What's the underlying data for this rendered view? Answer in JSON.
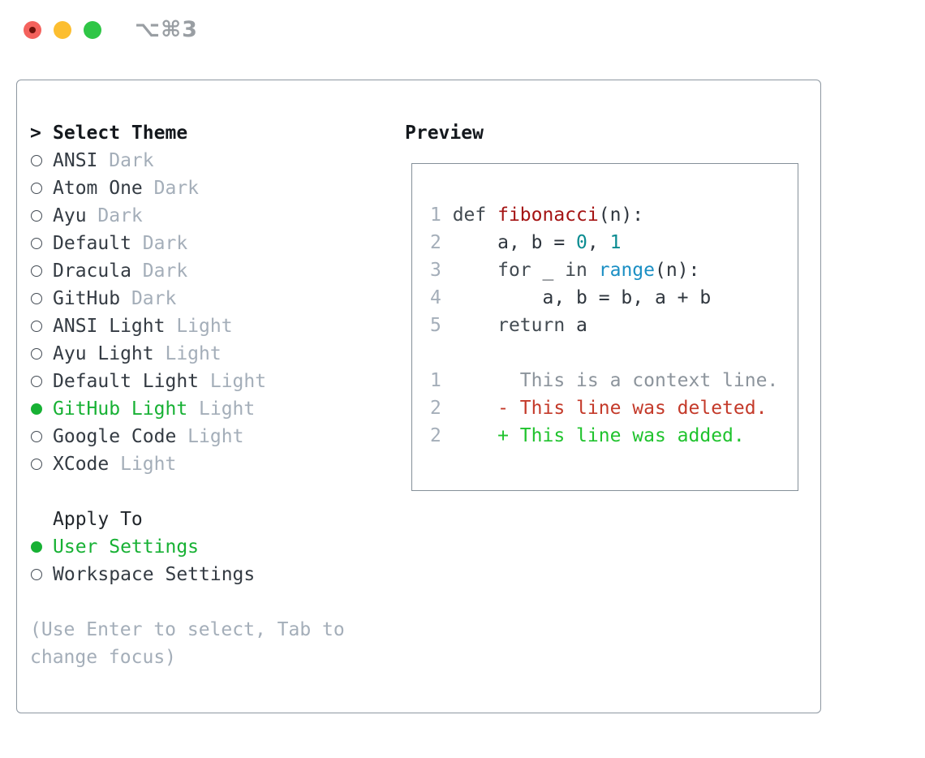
{
  "window": {
    "titlebar": {
      "shortcut": "⌥⌘3",
      "traffic_lights": [
        "close",
        "minimize",
        "zoom"
      ]
    }
  },
  "theme_panel": {
    "header": {
      "prompt": ">",
      "label": "Select Theme"
    },
    "themes": [
      {
        "name": "ANSI",
        "variant": "Dark",
        "selected": false
      },
      {
        "name": "Atom One",
        "variant": "Dark",
        "selected": false
      },
      {
        "name": "Ayu",
        "variant": "Dark",
        "selected": false
      },
      {
        "name": "Default",
        "variant": "Dark",
        "selected": false
      },
      {
        "name": "Dracula",
        "variant": "Dark",
        "selected": false
      },
      {
        "name": "GitHub",
        "variant": "Dark",
        "selected": false
      },
      {
        "name": "ANSI Light",
        "variant": "Light",
        "selected": false
      },
      {
        "name": "Ayu Light",
        "variant": "Light",
        "selected": false
      },
      {
        "name": "Default Light",
        "variant": "Light",
        "selected": false
      },
      {
        "name": "GitHub Light",
        "variant": "Light",
        "selected": true
      },
      {
        "name": "Google Code",
        "variant": "Light",
        "selected": false
      },
      {
        "name": "XCode",
        "variant": "Light",
        "selected": false
      }
    ],
    "apply_to": {
      "label": "Apply To",
      "options": [
        {
          "label": "User Settings",
          "selected": true
        },
        {
          "label": "Workspace Settings",
          "selected": false
        }
      ]
    },
    "hint_lines": [
      "(Use Enter to select, Tab to",
      "change focus)"
    ]
  },
  "preview_panel": {
    "header": "Preview",
    "lines": [
      {
        "num": "1",
        "parts": [
          {
            "t": "def ",
            "c": "kw"
          },
          {
            "t": "fibonacci",
            "c": "fn"
          },
          {
            "t": "(n):",
            "c": "pl"
          }
        ]
      },
      {
        "num": "2",
        "parts": [
          {
            "t": "    a, b = ",
            "c": "pl"
          },
          {
            "t": "0",
            "c": "lit"
          },
          {
            "t": ", ",
            "c": "pl"
          },
          {
            "t": "1",
            "c": "lit"
          }
        ]
      },
      {
        "num": "3",
        "parts": [
          {
            "t": "    ",
            "c": "pl"
          },
          {
            "t": "for",
            "c": "kw"
          },
          {
            "t": " _ ",
            "c": "pl"
          },
          {
            "t": "in",
            "c": "kw"
          },
          {
            "t": " ",
            "c": "pl"
          },
          {
            "t": "range",
            "c": "bi"
          },
          {
            "t": "(n):",
            "c": "pl"
          }
        ]
      },
      {
        "num": "4",
        "parts": [
          {
            "t": "        a, b = b, a + b",
            "c": "pl"
          }
        ]
      },
      {
        "num": "5",
        "parts": [
          {
            "t": "    ",
            "c": "pl"
          },
          {
            "t": "return",
            "c": "kw"
          },
          {
            "t": " a",
            "c": "pl"
          }
        ]
      },
      {
        "num": "",
        "parts": []
      },
      {
        "num": "1",
        "parts": [
          {
            "t": "      This is a context line.",
            "c": "ctx"
          }
        ]
      },
      {
        "num": "2",
        "parts": [
          {
            "t": "    - This line was deleted.",
            "c": "del"
          }
        ]
      },
      {
        "num": "2",
        "parts": [
          {
            "t": "    + This line was added.",
            "c": "add"
          }
        ]
      }
    ]
  },
  "colors": {
    "accent_green": "#17b134",
    "diff_added_green": "#20c32e",
    "diff_deleted_red": "#c43a2a",
    "context_gray": "#8c949c",
    "muted_gray": "#a4aeb9",
    "text_dark": "#2f363e",
    "function_red": "#a41313",
    "number_teal": "#0a8c91",
    "builtin_blue": "#1b8fc4",
    "panel_border": "#8d97a1",
    "preview_border": "#859099",
    "traffic_red": "#f4625d",
    "traffic_yellow": "#fcbe30",
    "traffic_green": "#2fc646"
  }
}
